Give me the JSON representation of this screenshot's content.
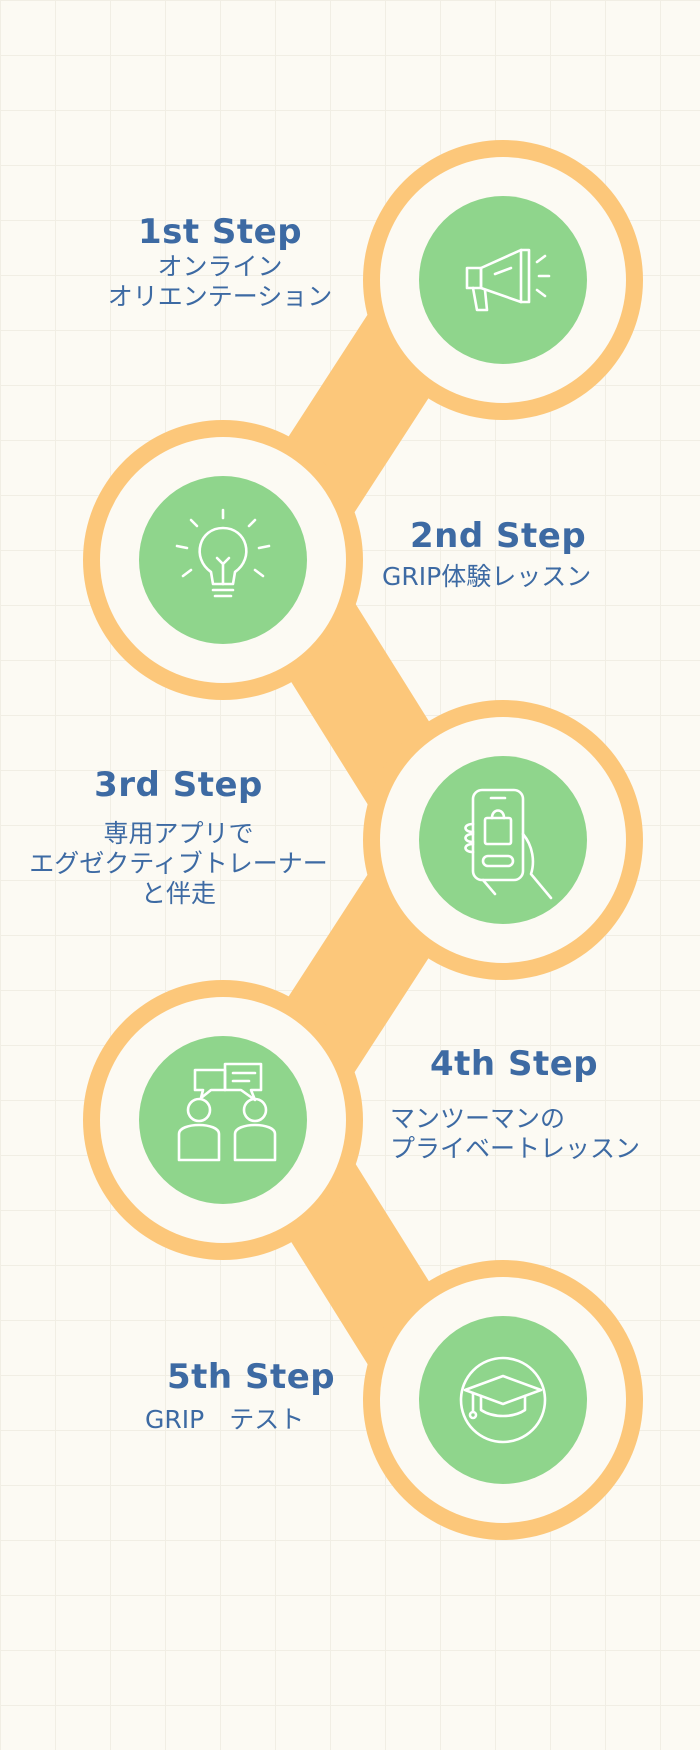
{
  "colors": {
    "background": "#fcfaf3",
    "track": "#fcc77a",
    "icon_circle": "#8fd58c",
    "icon_stroke": "#ffffff",
    "text": "#3d6aa3"
  },
  "steps": [
    {
      "title": "1st Step",
      "lines": [
        "オンライン",
        "オリエンテーション"
      ],
      "icon": "megaphone-icon"
    },
    {
      "title": "2nd Step",
      "lines": [
        "GRIP体験レッスン"
      ],
      "icon": "lightbulb-icon"
    },
    {
      "title": "3rd Step",
      "lines": [
        "専用アプリで",
        "エグゼクティブトレーナー",
        "と伴走"
      ],
      "icon": "phone-shopping-icon"
    },
    {
      "title": "4th Step",
      "lines": [
        "マンツーマンの",
        "プライベートレッスン"
      ],
      "icon": "conversation-icon"
    },
    {
      "title": "5th Step",
      "lines": [
        "GRIP　テスト"
      ],
      "icon": "graduation-cap-icon"
    }
  ]
}
